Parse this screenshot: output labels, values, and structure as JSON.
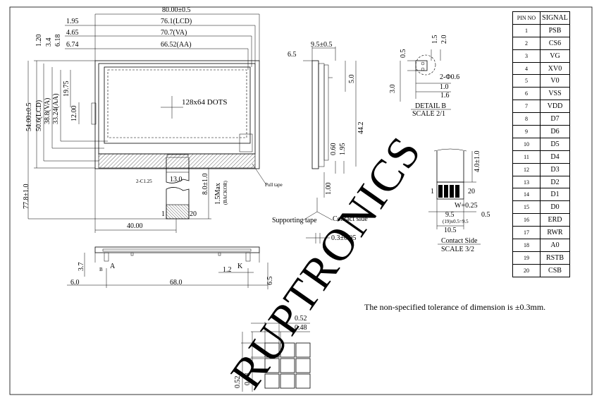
{
  "watermark": "RUPTRONICS",
  "front_view": {
    "dims_top": [
      "80.00±0.5",
      "76.1(LCD)",
      "70.7(VA)",
      "66.52(AA)"
    ],
    "dims_left_small": [
      "1.95",
      "4.65",
      "6.74",
      "1.20",
      "3.4",
      "6.18"
    ],
    "dims_vertical": [
      "54.00±0.5",
      "50.6(LCD)",
      "38.8(VA)",
      "33.24(AA)",
      "19.75",
      "12.00"
    ],
    "center_label": "128x64 DOTS",
    "fpc_labels": [
      "2-C1.25",
      "13.0",
      "8.0±1.0",
      "1.5Max",
      "(BACKOR)",
      "77.8±1.0",
      "40.00"
    ],
    "fpc_pins": [
      "1",
      "20"
    ]
  },
  "side_view": {
    "dims": [
      "6.5",
      "9.5±0.5",
      "5.0",
      "44.2",
      "0.60",
      "1.95",
      "1.00",
      "0.3±0.05"
    ],
    "labels": [
      "Pull tape",
      "Supporting tape",
      "Contact side"
    ]
  },
  "detail_b": {
    "dims": [
      "0.5",
      "1.5",
      "2.0",
      "2-Φ0.6",
      "1.0",
      "1.6",
      "3.0"
    ],
    "title": "DETAIL B",
    "scale": "SCALE 2/1"
  },
  "contact_side": {
    "dims": [
      "4.0±1.0",
      "1",
      "20",
      "W=0.25",
      "9.5",
      "0.5",
      "(19)x0.5=9.5",
      "10.5"
    ],
    "title": "Contact Side",
    "scale": "SCALE 3/2"
  },
  "bottom_view": {
    "dims": [
      "3.7",
      "6.0",
      "68.0",
      "1.2",
      "6.5"
    ],
    "labels": [
      "A",
      "K",
      "B"
    ]
  },
  "dot_detail": {
    "dims": [
      "0.52",
      "0.48",
      "0.52",
      "0.48"
    ]
  },
  "pin_table": {
    "headers": [
      "PIN NO",
      "SIGNAL"
    ],
    "rows": [
      [
        "1",
        "PSB"
      ],
      [
        "2",
        "CS6"
      ],
      [
        "3",
        "VG"
      ],
      [
        "4",
        "XV0"
      ],
      [
        "5",
        "V0"
      ],
      [
        "6",
        "VSS"
      ],
      [
        "7",
        "VDD"
      ],
      [
        "8",
        "D7"
      ],
      [
        "9",
        "D6"
      ],
      [
        "10",
        "D5"
      ],
      [
        "11",
        "D4"
      ],
      [
        "12",
        "D3"
      ],
      [
        "13",
        "D2"
      ],
      [
        "14",
        "D1"
      ],
      [
        "15",
        "D0"
      ],
      [
        "16",
        "ERD"
      ],
      [
        "17",
        "RWR"
      ],
      [
        "18",
        "A0"
      ],
      [
        "19",
        "RSTB"
      ],
      [
        "20",
        "CSB"
      ]
    ]
  },
  "tolerance_note": "The non-specified tolerance of dimension is ±0.3mm."
}
